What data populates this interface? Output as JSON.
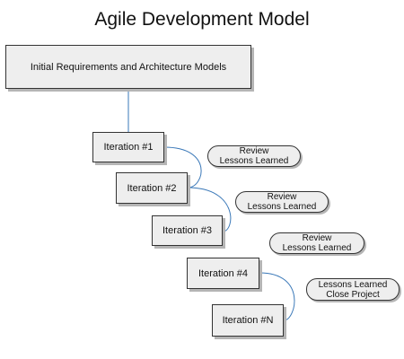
{
  "title": "Agile Development Model",
  "colors": {
    "connector": "#3a78b8",
    "box_fill": "#eeeeee",
    "box_border": "#333333",
    "shadow": "#b5b5b5"
  },
  "nodes": {
    "initial": "Initial Requirements and Architecture Models",
    "iteration_1": "Iteration #1",
    "iteration_2": "Iteration #2",
    "iteration_3": "Iteration #3",
    "iteration_4": "Iteration #4",
    "iteration_n": "Iteration #N"
  },
  "notes": [
    {
      "line1": "Review",
      "line2": "Lessons Learned"
    },
    {
      "line1": "Review",
      "line2": "Lessons Learned"
    },
    {
      "line1": "Review",
      "line2": "Lessons Learned"
    },
    {
      "line1": "Lessons Learned",
      "line2": "Close Project"
    }
  ]
}
